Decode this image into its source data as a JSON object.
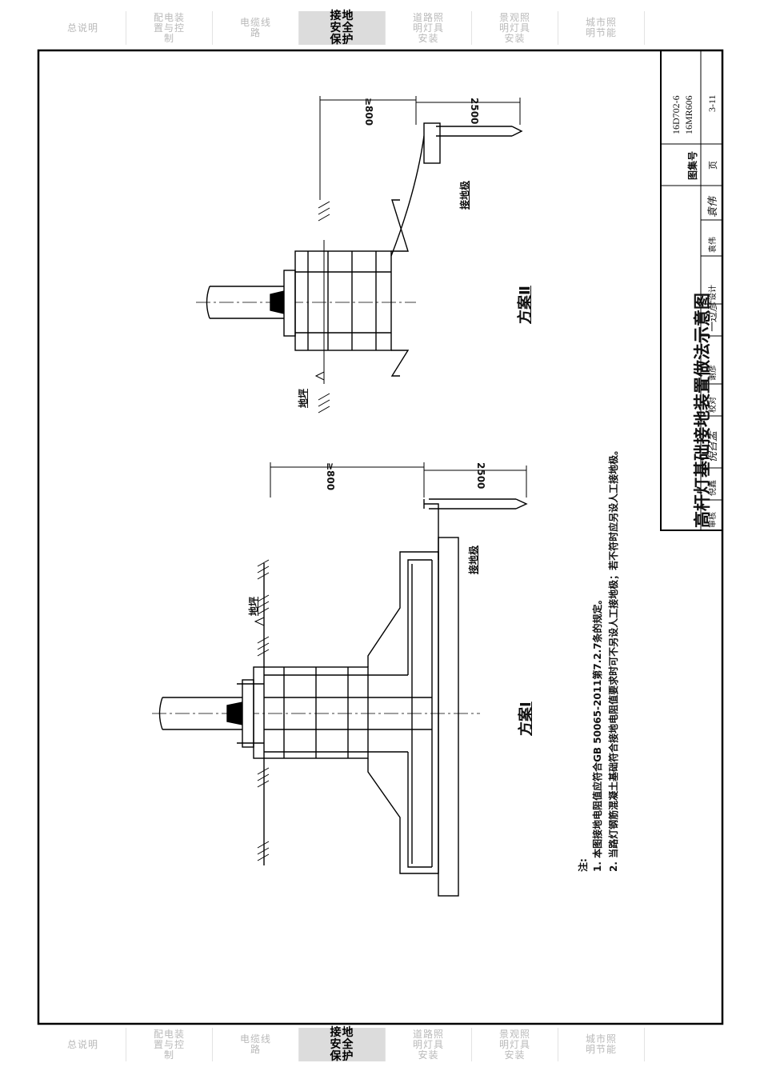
{
  "tabs": [
    "总说明",
    "配电装置与控制",
    "电缆线路",
    "接地安全保护",
    "道路照明灯具安装",
    "景观照明灯具安装",
    "城市照明节能"
  ],
  "active_tab": 3,
  "drawing": {
    "title": "高杆灯基础接地装置做法示意图",
    "atlas_label": "图集号",
    "atlas_numbers": [
      "16D702-6",
      "16MR606"
    ],
    "page_label": "页",
    "page_number": "3-11",
    "sign_roles": [
      "审核",
      "校对",
      "设计"
    ],
    "sign_names": [
      "倪鑫",
      "谢彦",
      "袁伟"
    ],
    "sign_marks": [
      "倪召孟",
      "一过彦",
      "袁伟"
    ]
  },
  "scheme1": {
    "label": "方案Ⅰ",
    "ground": "地坪",
    "electrode": "接地极",
    "dim_depth": "≥800",
    "dim_len": "2500"
  },
  "scheme2": {
    "label": "方案Ⅱ",
    "ground": "地坪",
    "electrode": "接地极",
    "dim_depth": "≥800",
    "dim_len": "2500"
  },
  "notes": {
    "heading": "注:",
    "items": [
      "1. 本图接地电阻值应符合GB 50065-2011第7.2.7条的规定。",
      "2. 当路灯钢筋混凝土基础符合接地电阻值要求时可不另设人工接地极；若不符时应另设人工接地极。"
    ]
  }
}
